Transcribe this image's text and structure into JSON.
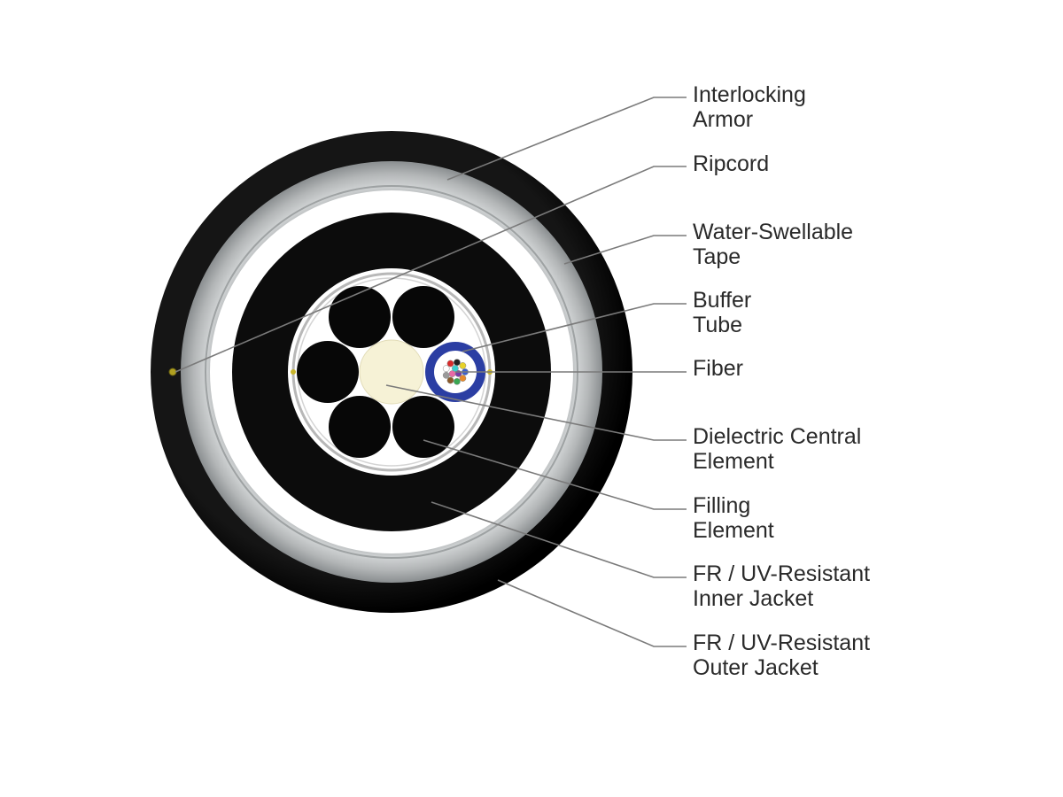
{
  "labels": [
    {
      "id": "interlocking-armor",
      "text": "Interlocking\nArmor"
    },
    {
      "id": "ripcord",
      "text": "Ripcord"
    },
    {
      "id": "water-swellable-tape",
      "text": "Water-Swellable\nTape"
    },
    {
      "id": "buffer-tube",
      "text": "Buffer\nTube"
    },
    {
      "id": "fiber",
      "text": "Fiber"
    },
    {
      "id": "dielectric-central-element",
      "text": "Dielectric Central\nElement"
    },
    {
      "id": "filling-element",
      "text": "Filling\nElement"
    },
    {
      "id": "inner-jacket",
      "text": "FR / UV-Resistant\nInner Jacket"
    },
    {
      "id": "outer-jacket",
      "text": "FR / UV-Resistant\nOuter Jacket"
    }
  ],
  "colors": {
    "jacket": "#0b0b0b",
    "armor": "#b9bcbd",
    "tape": "#ffffff",
    "buffer_tube": "#2b3ea3",
    "central_element": "#f6f2d6",
    "leader_line": "#7a7a7a",
    "label_text": "#2a2a2a",
    "fiber_colors": [
      "#3a5fd1",
      "#e98a2a",
      "#3aa652",
      "#8a5a2a",
      "#9a9a9a",
      "#ffffff",
      "#d92a2a",
      "#222222",
      "#e8d32a",
      "#7a3aa6",
      "#e86aa6",
      "#3ad0d0"
    ]
  }
}
